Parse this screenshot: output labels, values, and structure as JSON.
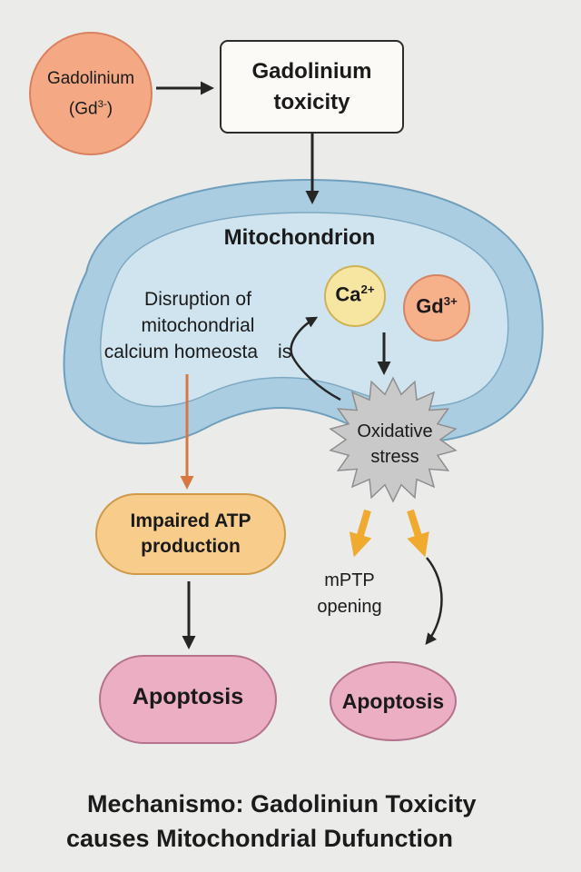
{
  "nodes": {
    "gd_circle": {
      "label": "Gadolinium",
      "formula_base": "(Gd",
      "formula_sup": "3-",
      "formula_end": ")"
    },
    "toxicity_box": {
      "line1": "Gadolinium",
      "line2": "toxicity"
    },
    "mitochondrion": {
      "label": "Mitochondrion"
    },
    "disruption": {
      "line1": "Disruption of",
      "line2": "mitochondrial",
      "line3": "calcium homeosta",
      "line3_tail": "is"
    },
    "ca_ion": {
      "base": "Ca",
      "sup": "2+"
    },
    "gd_ion": {
      "base": "Gd",
      "sup": "3+"
    },
    "oxidative": {
      "line1": "Oxidative",
      "line2": "stress"
    },
    "atp": {
      "line1": "Impaired ATP",
      "line2": "production"
    },
    "mptp": {
      "line1": "mPTP",
      "line2": "opening"
    },
    "apoptosis_left": {
      "label": "Apoptosis"
    },
    "apoptosis_right": {
      "label": "Apoptosis"
    }
  },
  "caption": {
    "line1": "Mechanismo: Gadoliniun Toxicity",
    "line2": "causes Mitochondrial Dufunction"
  },
  "colors": {
    "background": "#ebebea",
    "gd_circle": "#f4a984",
    "membrane_outer": "#aacde2",
    "membrane_inner": "#cfe4ef",
    "ca_ion": "#f6e6a2",
    "gd_ion": "#f6b08a",
    "starburst": "#c9c9c9",
    "atp": "#f8cd8c",
    "apoptosis": "#ecaec3",
    "orange_arrow": "#d9773e",
    "yellow_arrow": "#efaa2f"
  }
}
